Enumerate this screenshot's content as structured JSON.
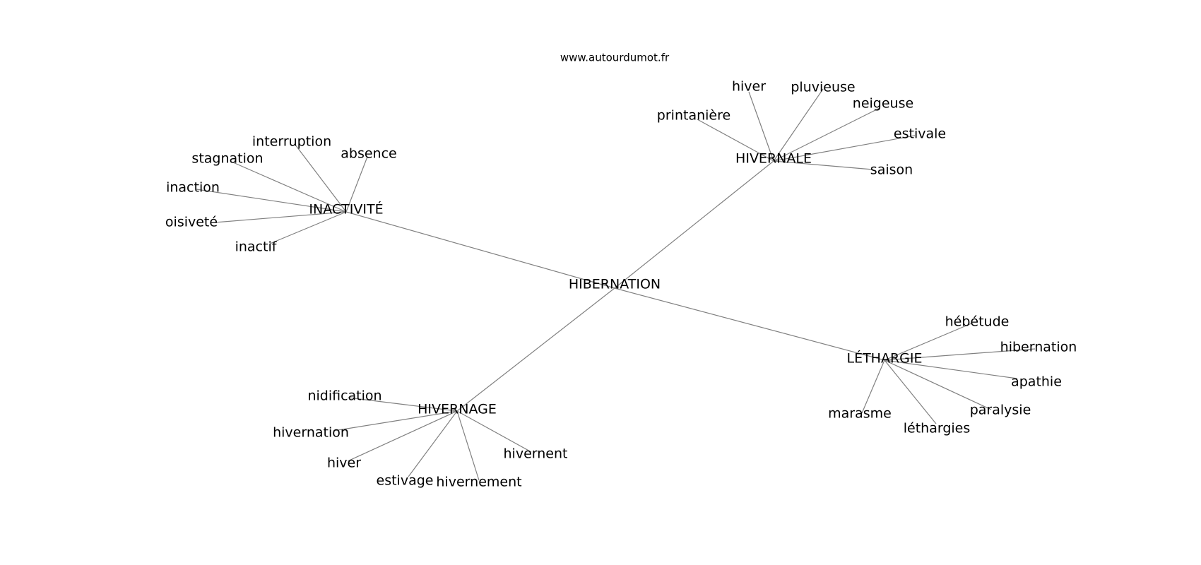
{
  "source": "www.autourdumot.fr",
  "colors": {
    "edge": "#808080",
    "text": "#000000",
    "background": "#ffffff"
  },
  "graph": {
    "root": "HIBERNATION",
    "hubs": [
      {
        "id": "hivernale",
        "label": "HIVERNALE",
        "leaves": [
          "hiver",
          "pluvieuse",
          "neigeuse",
          "printanière",
          "estivale",
          "saison"
        ]
      },
      {
        "id": "inactivite",
        "label": "INACTIVITÉ",
        "leaves": [
          "interruption",
          "stagnation",
          "absence",
          "inaction",
          "oisiveté",
          "inactif"
        ]
      },
      {
        "id": "lethargie",
        "label": "LÉTHARGIE",
        "leaves": [
          "hébétude",
          "hibernation",
          "apathie",
          "paralysie",
          "marasme",
          "léthargies"
        ]
      },
      {
        "id": "hivernage",
        "label": "HIVERNAGE",
        "leaves": [
          "nidification",
          "hivernation",
          "hiver",
          "hivernent",
          "estivage",
          "hivernement"
        ]
      }
    ]
  }
}
